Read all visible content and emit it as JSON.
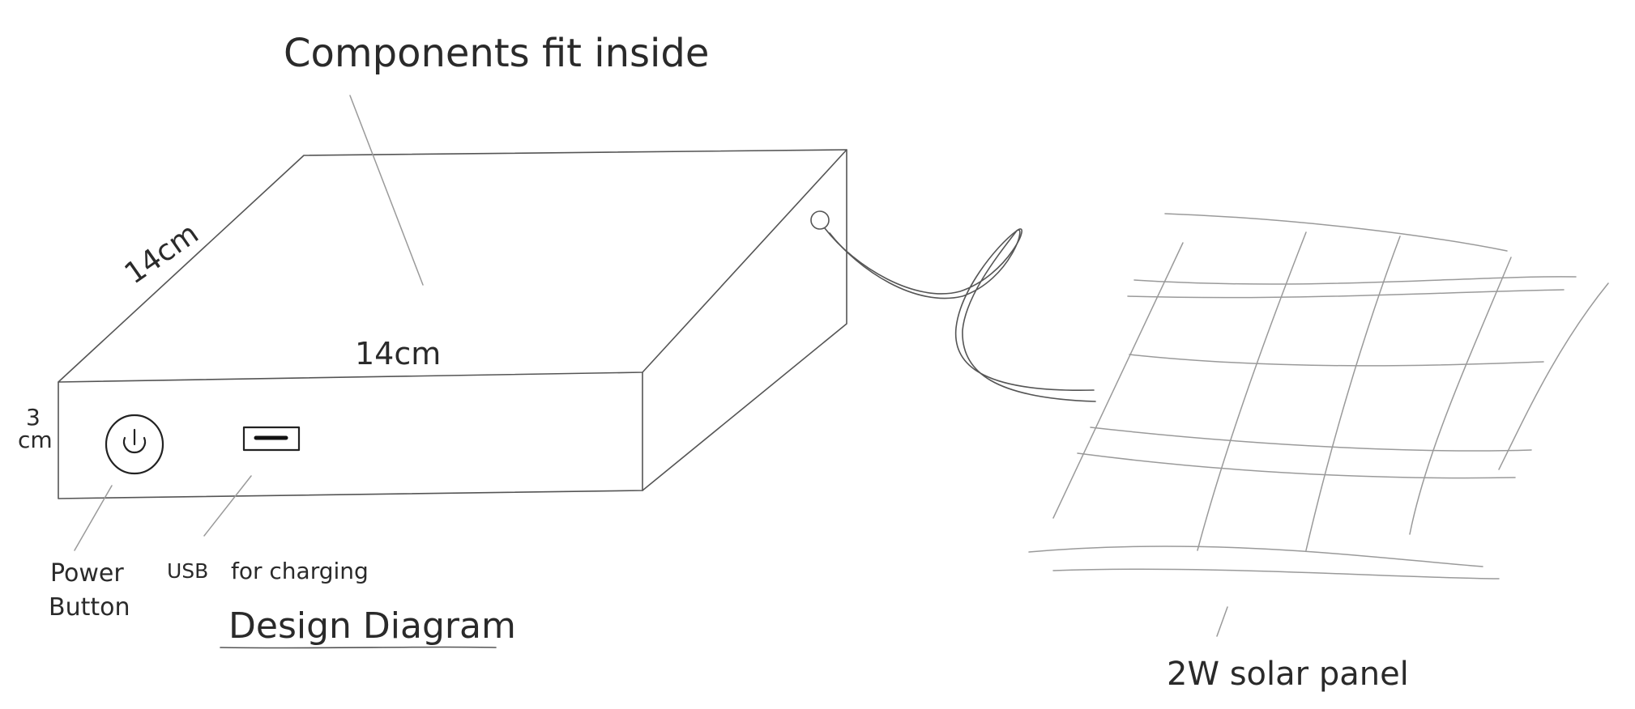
{
  "labels": {
    "components": "Components fit inside",
    "depth": "14cm",
    "width": "14cm",
    "height_value": "3",
    "height_unit": "cm",
    "power": "Power",
    "button": "Button",
    "usb": "USB",
    "charging": "for charging",
    "title": "Design Diagram",
    "panel": "2W solar panel"
  }
}
